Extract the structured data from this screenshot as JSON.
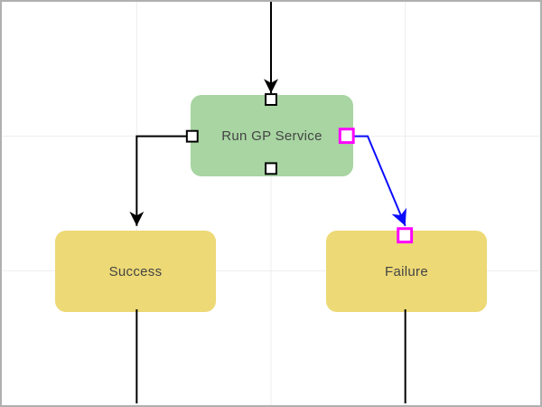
{
  "nodes": {
    "run_gp_service": {
      "label": "Run GP Service",
      "fill": "#a8d5a2"
    },
    "success": {
      "label": "Success",
      "fill": "#edd975"
    },
    "failure": {
      "label": "Failure",
      "fill": "#edd975"
    }
  },
  "colors": {
    "background": "#ffffff",
    "canvas_border": "#b0b0b0",
    "grid_line": "#ededed",
    "connector": "#000000",
    "selected_connector": "#0b0bff",
    "selection_handle": "#ff00ff",
    "port_fill": "#ffffff",
    "port_border": "#000000",
    "node_text": "#444444"
  }
}
